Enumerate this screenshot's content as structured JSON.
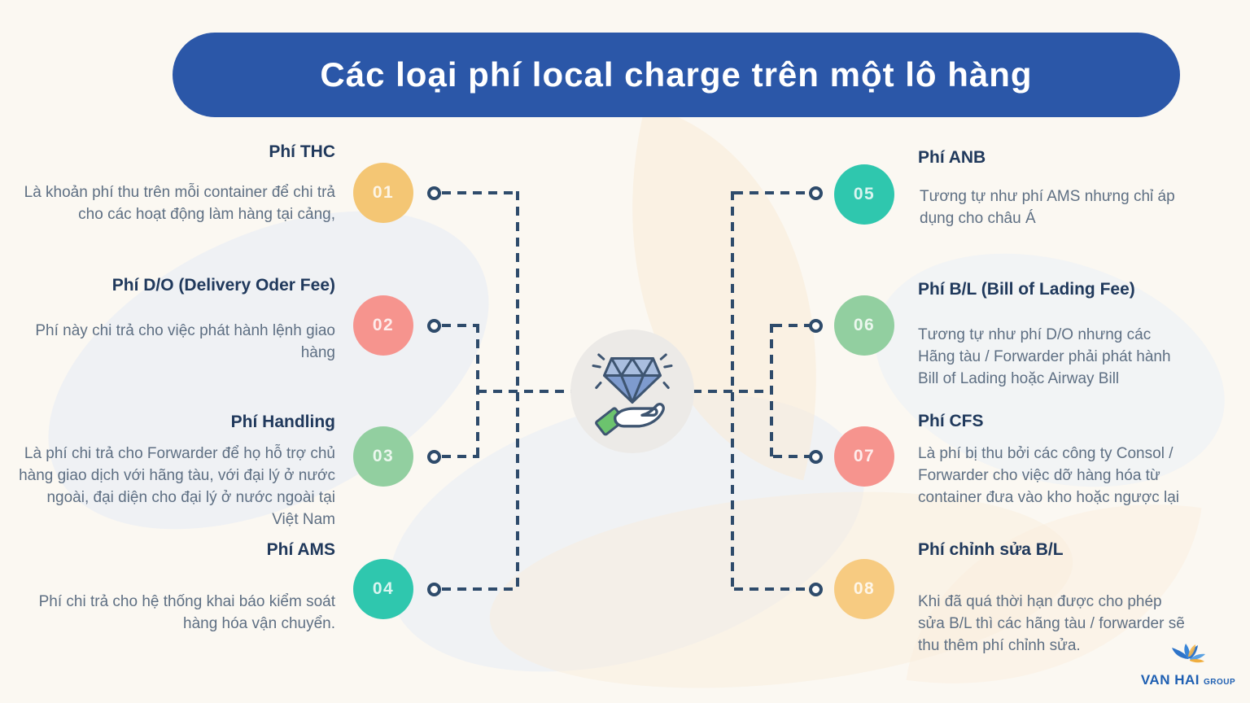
{
  "title": "Các loại phí local charge trên một lô hàng",
  "center_icon": "diamond-in-hand",
  "items": [
    {
      "number": "01",
      "heading": "Phí THC",
      "description": "Là khoản phí thu trên mỗi container để chi trả cho các hoạt động làm hàng tại cảng,",
      "color": "#F4C674",
      "side": "left"
    },
    {
      "number": "02",
      "heading": "Phí D/O (Delivery Oder Fee)",
      "description": "Phí này chi trả cho việc phát hành lệnh giao hàng",
      "color": "#F6948E",
      "side": "left"
    },
    {
      "number": "03",
      "heading": "Phí Handling",
      "description": "Là phí chi trả cho Forwarder để họ hỗ trợ chủ hàng giao dịch với hãng tàu, với đại lý ở nước ngoài, đại diện cho đại lý ở nước ngoài tại Việt Nam",
      "color": "#92CFA0",
      "side": "left"
    },
    {
      "number": "04",
      "heading": "Phí AMS",
      "description": "Phí chi trả cho hệ thống khai báo kiểm soát hàng hóa vận chuyển.",
      "color": "#2FC7AE",
      "side": "left"
    },
    {
      "number": "05",
      "heading": "Phí ANB",
      "description": "Tương tự như phí AMS nhưng chỉ áp dụng cho châu Á",
      "color": "#2FC7AE",
      "side": "right"
    },
    {
      "number": "06",
      "heading": "Phí B/L (Bill of Lading Fee)",
      "description": "Tương tự như phí D/O nhưng các Hãng tàu / Forwarder phải phát hành Bill of Lading hoặc Airway Bill",
      "color": "#92CFA0",
      "side": "right"
    },
    {
      "number": "07",
      "heading": "Phí CFS",
      "description": "Là phí bị thu bởi các công ty Consol / Forwarder cho việc dỡ hàng hóa từ container đưa vào kho hoặc ngược lại",
      "color": "#F6948E",
      "side": "right"
    },
    {
      "number": "08",
      "heading": "Phí chỉnh sửa B/L",
      "description": "Khi đã quá thời hạn được cho phép sửa B/L thì các hãng tàu / forwarder sẽ thu thêm phí chỉnh sửa.",
      "color": "#F7CB81",
      "side": "right"
    }
  ],
  "logo": {
    "name": "VAN HAI",
    "suffix": "GROUP"
  },
  "colors": {
    "banner_blue": "#2B57A8",
    "heading_navy": "#20395C",
    "body_gray": "#5E6F83",
    "connector_navy": "#2E4B6B",
    "background": "#FBF8F2",
    "center_circle": "#ECEAE7"
  }
}
